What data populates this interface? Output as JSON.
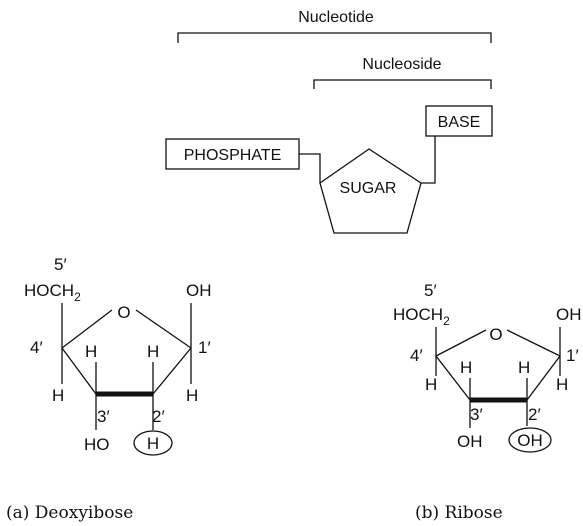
{
  "labels": {
    "nucleotide": "Nucleotide",
    "nucleoside": "Nucleoside",
    "phosphate": "PHOSPHATE",
    "sugar": "SUGAR",
    "base": "BASE"
  },
  "deoxyribose": {
    "c5": "5′",
    "hoch2": "HOCH",
    "sub2": "2",
    "o": "O",
    "oh1": "OH",
    "c4": "4′",
    "c1": "1′",
    "h4": "H",
    "h3up": "H",
    "h2up": "H",
    "h1": "H",
    "c3": "3′",
    "c2": "2′",
    "ho3": "HO",
    "h2circled": "H",
    "caption": "(a) Deoxyibose"
  },
  "ribose": {
    "c5": "5′",
    "hoch2": "HOCH",
    "sub2": "2",
    "o": "O",
    "oh1": "OH",
    "c4": "4′",
    "c1": "1′",
    "h4": "H",
    "h3up": "H",
    "h2up": "H",
    "h1": "H",
    "c3": "3′",
    "c2": "2′",
    "oh3": "OH",
    "oh2circled": "OH",
    "caption": "(b) Ribose"
  }
}
